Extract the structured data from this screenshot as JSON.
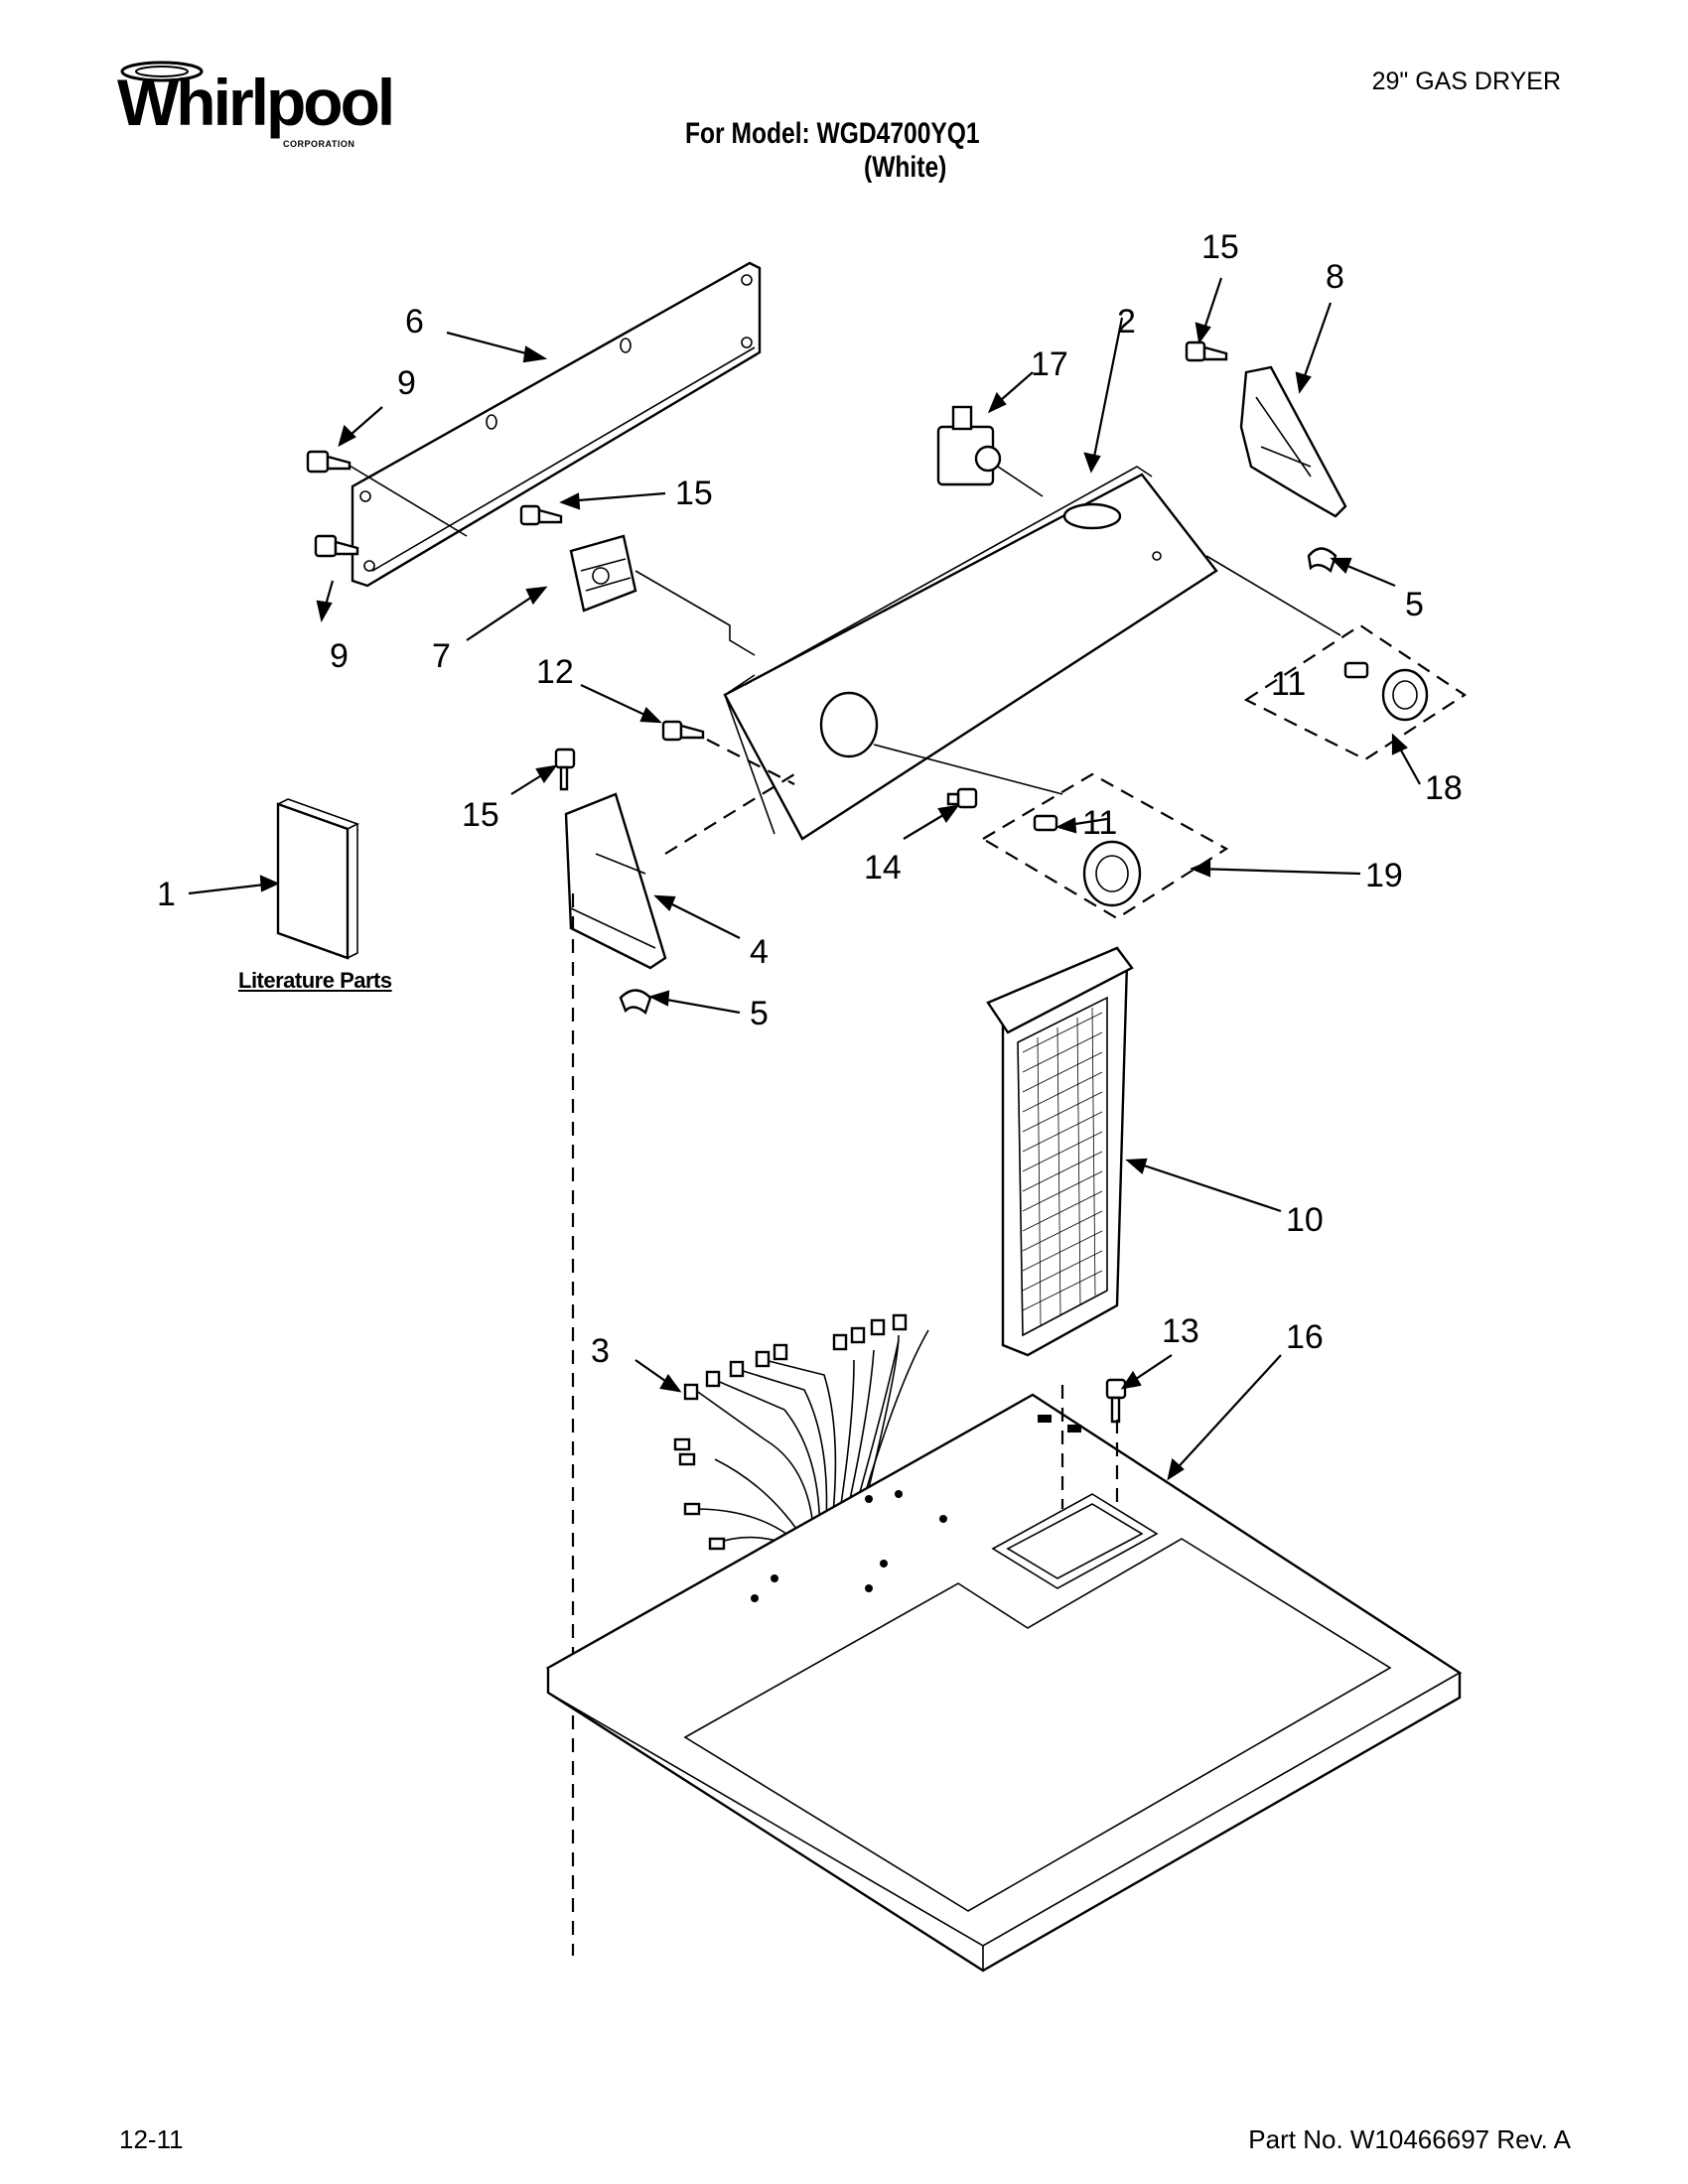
{
  "header": {
    "brand": "Whirlpool",
    "brand_sub": "CORPORATION",
    "doc_type": "29\" GAS DRYER",
    "model_line": "For Model: WGD4700YQ1",
    "model_color": "(White)"
  },
  "literature_label": "Literature Parts",
  "footer": {
    "date": "12-11",
    "part_no": "Part No. W10466697 Rev. A"
  },
  "callouts": {
    "c1": "1",
    "c2": "2",
    "c3": "3",
    "c4": "4",
    "c5a": "5",
    "c5b": "5",
    "c6": "6",
    "c7": "7",
    "c8": "8",
    "c9a": "9",
    "c9b": "9",
    "c10": "10",
    "c11a": "11",
    "c11b": "11",
    "c12": "12",
    "c13": "13",
    "c14": "14",
    "c15a": "15",
    "c15b": "15",
    "c15c": "15",
    "c16": "16",
    "c17": "17",
    "c18": "18",
    "c19": "19"
  }
}
